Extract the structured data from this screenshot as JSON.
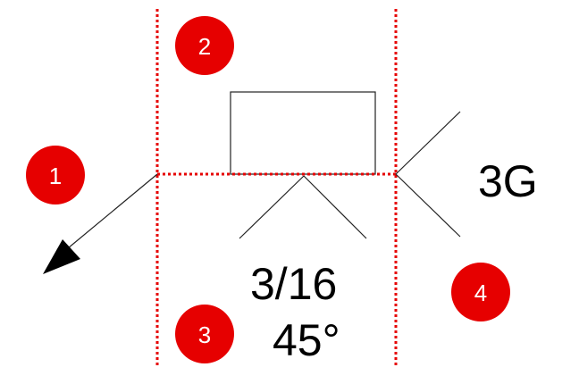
{
  "weld_symbol": {
    "weld_size": "3/16",
    "groove_angle": "45°",
    "finish_designation": "3G"
  },
  "callouts": [
    "1",
    "2",
    "3",
    "4"
  ],
  "colors": {
    "callout_fill": "#e60000",
    "callout_text": "#ffffff",
    "guide_line": "#e60000",
    "drawing_line": "#222222"
  }
}
